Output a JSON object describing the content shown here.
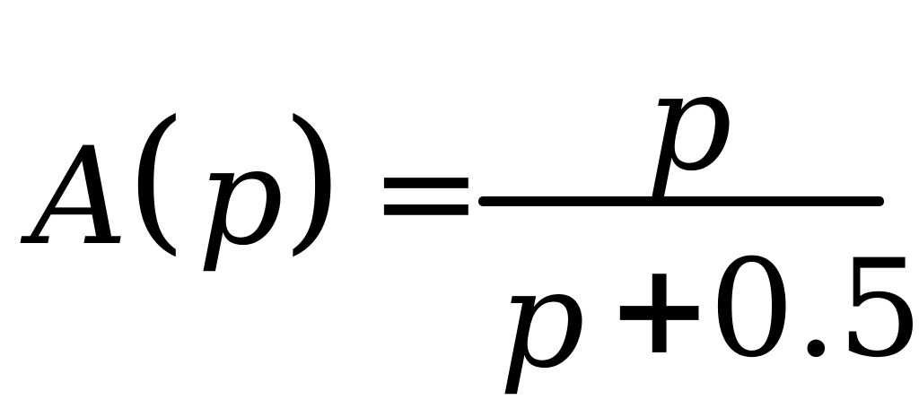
{
  "formula": {
    "function_name": "A",
    "left_paren": "(",
    "argument": "p",
    "right_paren": ")",
    "equals": "=",
    "numerator": "p",
    "denominator": {
      "variable": "p",
      "operator": "+",
      "constant": "0.5"
    }
  }
}
